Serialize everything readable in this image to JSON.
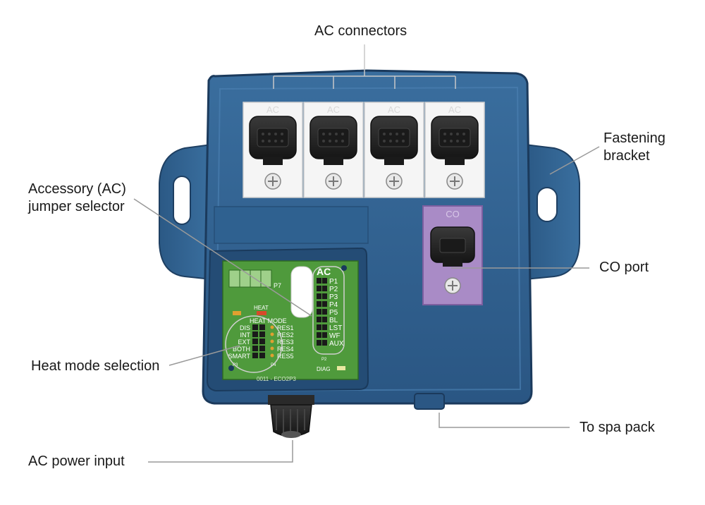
{
  "callouts": {
    "ac_connectors": "AC connectors",
    "fastening_bracket": [
      "Fastening",
      "bracket"
    ],
    "accessory_jumper": [
      "Accessory (AC)",
      "jumper selector"
    ],
    "co_port": "CO port",
    "heat_mode_selection": "Heat mode selection",
    "to_spa_pack": "To spa pack",
    "ac_power_input": "AC power input"
  },
  "device": {
    "ac_port_label": "AC",
    "co_port_label": "CO",
    "pcb": {
      "p7_label": "P7",
      "heat_label": "HEAT",
      "heat_mode_header": "HEAT  MODE",
      "heat_modes": [
        "DIS",
        "INT",
        "EXT",
        "BOTH",
        "SMART"
      ],
      "reserved": [
        "RES1",
        "RES2",
        "RES3",
        "RES4",
        "RES5"
      ],
      "ac_jumper_header": "AC",
      "ac_jumpers": [
        "P1",
        "P2",
        "P3",
        "P4",
        "P5",
        "BL",
        "LST",
        "WF",
        "AUX"
      ],
      "diag_label": "DIAG",
      "p2_label": "P2",
      "p3_label": "P3",
      "p4_label": "P4",
      "serial_text": "0011 - ECO2P3"
    }
  },
  "colors": {
    "housing": "#2f5f8f",
    "housing_dark": "#1e3f62",
    "housing_light": "#4a7fb0",
    "pcb": "#4f9a3c",
    "co_panel": "#a98bc6",
    "connector": "#2a2a2a",
    "leader": "#9a9a9a"
  }
}
